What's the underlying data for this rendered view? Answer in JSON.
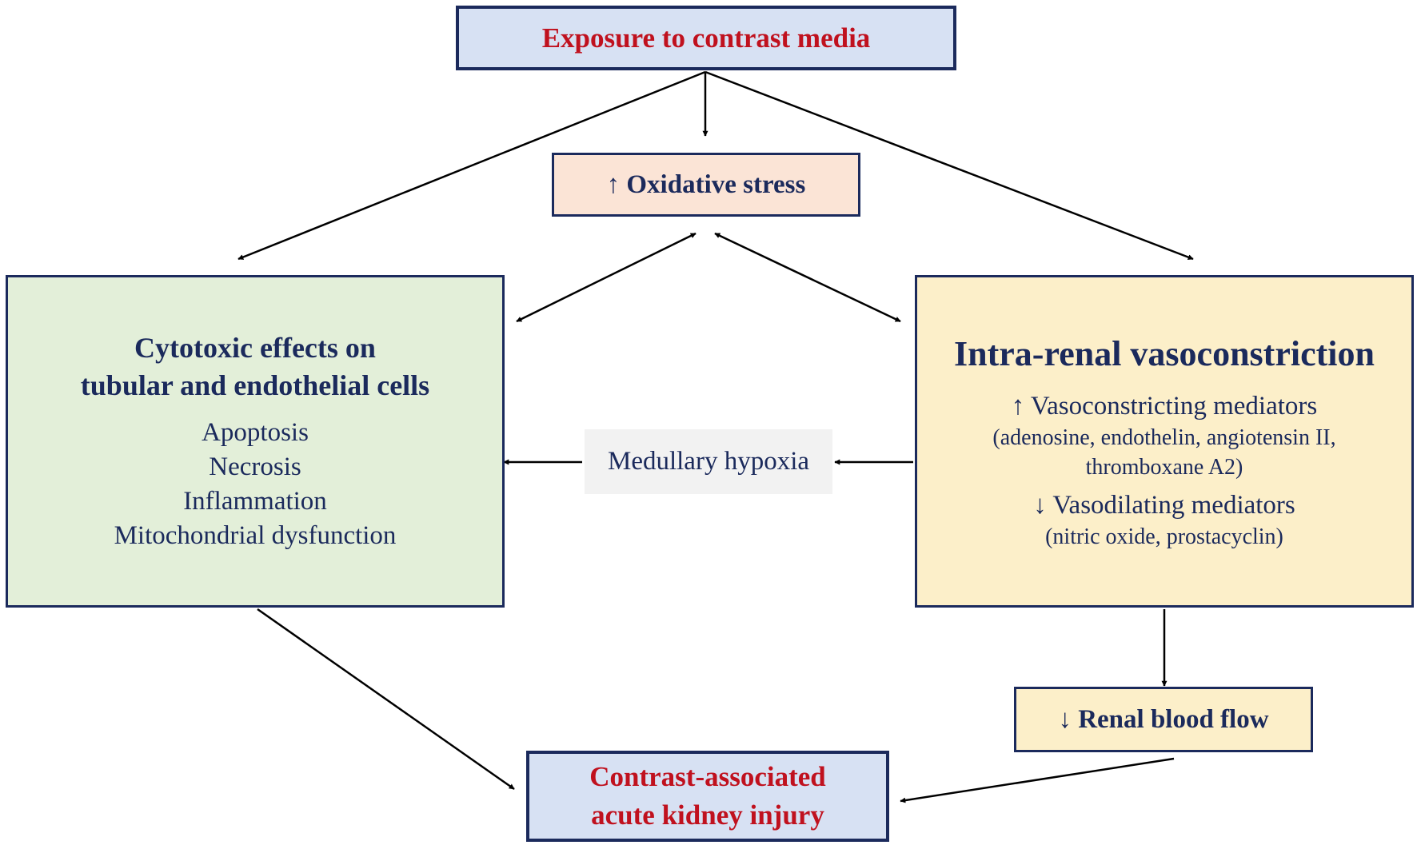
{
  "top_box": {
    "label": "Exposure to contrast media"
  },
  "oxidative_box": {
    "label": "↑ Oxidative stress"
  },
  "left_box": {
    "title_line1": "Cytotoxic effects on",
    "title_line2": "tubular and endothelial cells",
    "items": [
      "Apoptosis",
      "Necrosis",
      "Inflammation",
      "Mitochondrial dysfunction"
    ]
  },
  "right_box": {
    "title": "Intra-renal vasoconstriction",
    "mediators_up": "↑ Vasoconstricting mediators",
    "mediators_up_detail_line1": "(adenosine, endothelin, angiotensin II,",
    "mediators_up_detail_line2": "thromboxane A2)",
    "mediators_down": "↓ Vasodilating mediators",
    "mediators_down_detail": "(nitric oxide, prostacyclin)"
  },
  "hypoxia_box": {
    "label": "Medullary hypoxia"
  },
  "renal_flow_box": {
    "label": "↓ Renal blood flow"
  },
  "bottom_box": {
    "line1": "Contrast-associated",
    "line2": "acute kidney injury"
  },
  "colors": {
    "navy": "#1b2a5c",
    "red": "#c0111e",
    "blue_fill": "#d7e1f3",
    "peach_fill": "#fbe4d6",
    "green_fill": "#e3efd9",
    "yellow_fill": "#fcefc9",
    "gray_fill": "#f2f2f2"
  }
}
